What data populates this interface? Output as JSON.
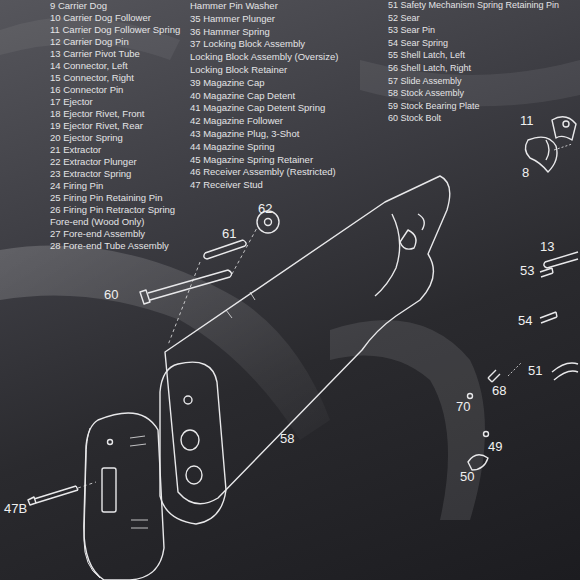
{
  "diagram": {
    "labels": [
      "9 Carrier Dog",
      "10 Carrier Dog Follower",
      "11 Carrier Dog Follower Spring",
      "12 Carrier Dog Pin",
      "13 Carrier Pivot Tube",
      "14 Connector, Left",
      "15 Connector, Right",
      "16 Connector Pin",
      "17 Ejector",
      "18 Ejector Rivet, Front",
      "19 Ejector Rivet, Rear",
      "20 Ejector Spring",
      "21 Extractor",
      "22 Extractor Plunger",
      "23 Extractor Spring",
      "24 Firing Pin",
      "25 Firing Pin Retaining Pin",
      "26 Firing Pin Retractor Spring",
      "Fore-end (Wood Only)",
      "27 Fore-end Assembly",
      "28 Fore-end Tube Assembly",
      "Hammer Pin Washer",
      "35 Hammer Plunger",
      "36 Hammer Spring",
      "37 Locking Block Assembly",
      "Locking Block Assembly (Oversize)",
      "Locking Block Retainer",
      "39 Magazine Cap",
      "40 Magazine Cap Detent",
      "41 Magazine Cap Detent Spring",
      "42 Magazine Follower",
      "43 Magazine Plug, 3-Shot",
      "44 Magazine Spring",
      "45 Magazine Spring Retainer",
      "46 Receiver Assembly (Restricted)",
      "47 Receiver Stud",
      "51 Safety Mechanism Spring Retaining Pin",
      "52 Sear",
      "53 Sear Pin",
      "54 Sear Spring",
      "55 Shell Latch, Left",
      "56 Shell Latch, Right",
      "57 Slide Assembly",
      "58 Stock Assembly",
      "59 Stock Bearing Plate",
      "60 Stock Bolt",
      "62",
      "61",
      "60",
      "58",
      "47B",
      "11",
      "8",
      "13",
      "53",
      "54",
      "51",
      "68",
      "70",
      "49",
      "50"
    ]
  }
}
